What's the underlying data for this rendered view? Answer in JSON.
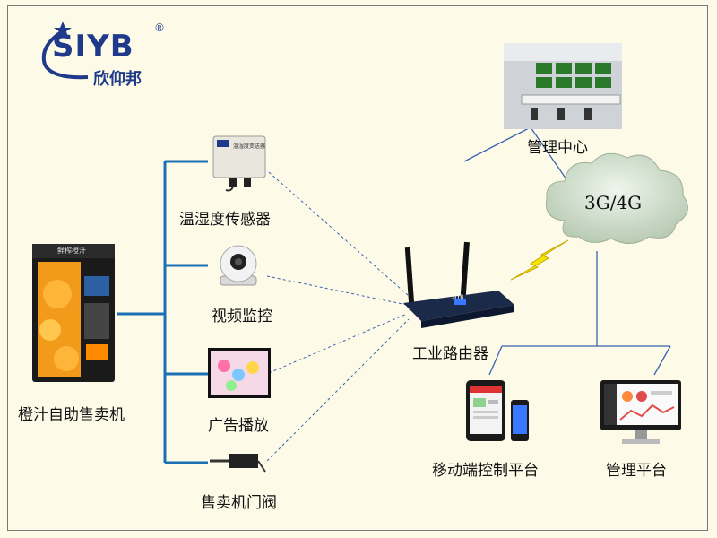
{
  "logo": {
    "mark": "SIYB",
    "reg": "®",
    "name": "欣仰邦"
  },
  "devices": {
    "vending_machine": "橙汁自助售卖机",
    "vending_sign": "鲜榨橙汁",
    "sensor": "温湿度传感器",
    "sensor_tag": "温湿度变送器",
    "camera": "视频监控",
    "ad": "广告播放",
    "door": "售卖机门阀",
    "router": "工业路由器",
    "router_tag": "SIYB",
    "mgmt_center": "管理中心",
    "cloud": "3G/4G",
    "mobile": "移动端控制平台",
    "mgmt_platform": "管理平台"
  },
  "colors": {
    "bus": "#1b6fb5",
    "dashed": "#3a63b0",
    "cloud_line": "#3a63b0",
    "lightning": "#f3e600"
  }
}
